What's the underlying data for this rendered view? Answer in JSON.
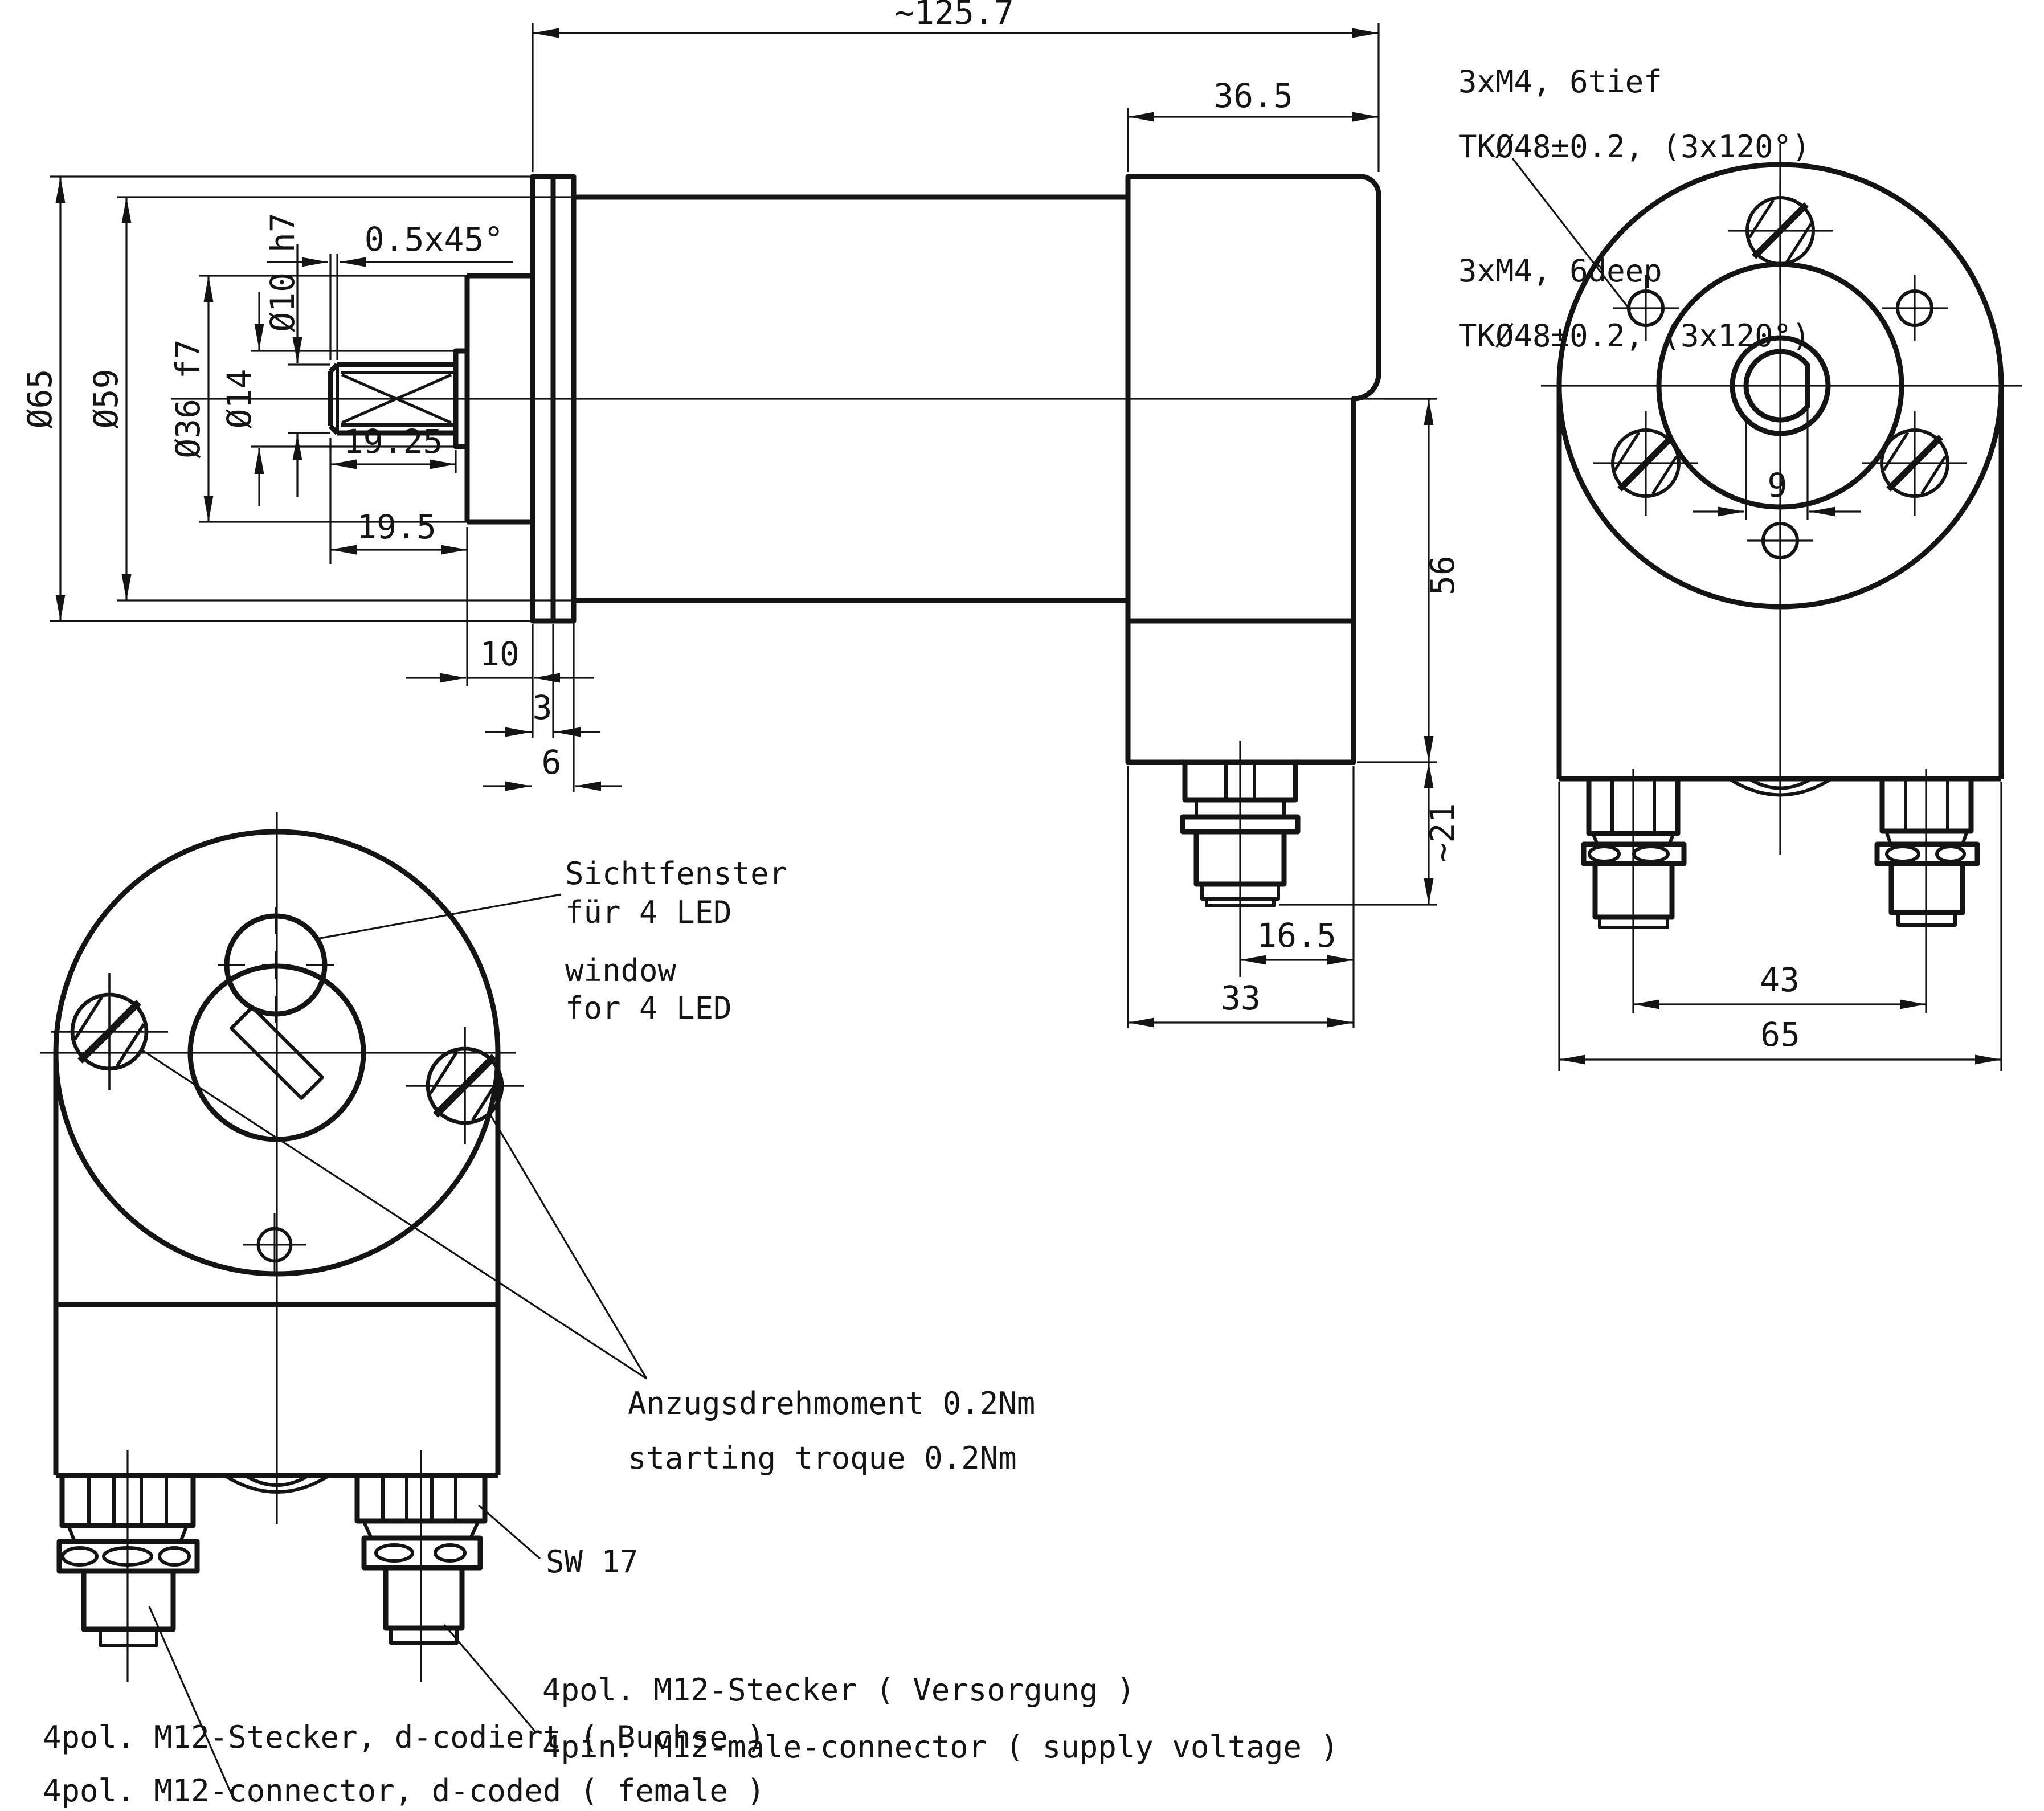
{
  "side": {
    "overall_length": "~125.7",
    "housing_depth": "36.5",
    "chamfer": "0.5x45°",
    "dia_flange": "Ø65",
    "dia_body": "Ø59",
    "dia_hub": "Ø36 f7",
    "dia_collar": "Ø14",
    "dia_shaft": "Ø10 h7",
    "shaft_clamp_length": "19.25",
    "shaft_length": "19.5",
    "hub_length": "10",
    "flange_thickness": "3",
    "flange_total": "6",
    "axis_to_bottom": "56",
    "connector_height": "~21",
    "connector_offset": "16.5",
    "bottom_block_depth": "33"
  },
  "front": {
    "note_m4_de_1": "3xM4, 6tief",
    "note_m4_de_2": "TKØ48±0.2, (3x120°)",
    "note_m4_en_1": "3xM4, 6deep",
    "note_m4_en_2": "TKØ48±0.2, (3x120°)",
    "shaft_flat_width": "9",
    "connector_spacing": "43",
    "housing_width": "65"
  },
  "rear": {
    "window_de_1": "Sichtfenster",
    "window_de_2": "für 4 LED",
    "window_en_1": "window",
    "window_en_2": "for 4 LED",
    "torque_de": "Anzugsdrehmoment 0.2Nm",
    "torque_en": "starting troque 0.2Nm",
    "wrench": "SW 17",
    "supply_de": "4pol. M12-Stecker ( Versorgung )",
    "supply_en": "4pin. M12-male-connector ( supply voltage )",
    "data_de": "4pol. M12-Stecker, d-codiert ( Buchse )",
    "data_en": "4pol. M12-connector, d-coded ( female )"
  }
}
